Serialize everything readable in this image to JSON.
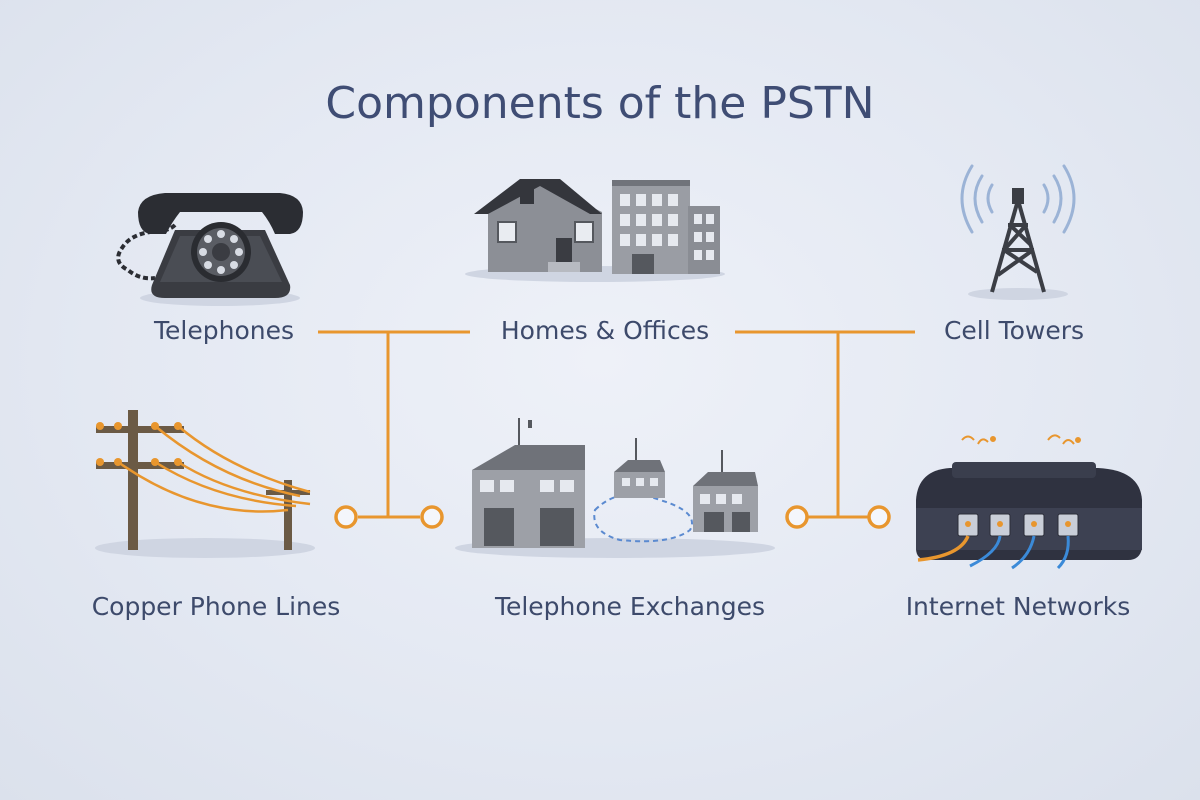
{
  "title": "Components of the PSTN",
  "components": {
    "telephones": {
      "label": "Telephones",
      "icon": "rotary-telephone-icon"
    },
    "homes_offices": {
      "label": "Homes & Offices",
      "icon": "house-and-office-building-icon"
    },
    "cell_towers": {
      "label": "Cell Towers",
      "icon": "cell-tower-icon"
    },
    "copper_lines": {
      "label": "Copper Phone Lines",
      "icon": "utility-pole-icon"
    },
    "exchanges": {
      "label": "Telephone Exchanges",
      "icon": "exchange-buildings-icon"
    },
    "internet": {
      "label": "Internet Networks",
      "icon": "router-icon"
    }
  },
  "colors": {
    "connector": "#e8962e",
    "text": "#3d4a6b",
    "background": "#e6eaf3"
  }
}
